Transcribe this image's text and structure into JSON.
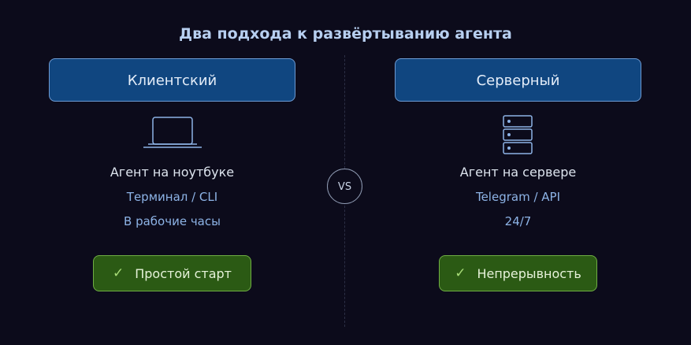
{
  "title": "Два подхода к развёртыванию агента",
  "vs_label": "VS",
  "left": {
    "header": "Клиентский",
    "icon": "laptop-icon",
    "primary": "Агент на ноутбуке",
    "secondary": "Терминал / CLI",
    "tertiary": "В рабочие часы",
    "benefit": "Простой старт",
    "benefit_icon": "✓"
  },
  "right": {
    "header": "Серверный",
    "icon": "server-icon",
    "primary": "Агент на сервере",
    "secondary": "Telegram / API",
    "tertiary": "24/7",
    "benefit": "Непрерывность",
    "benefit_icon": "✓"
  },
  "colors": {
    "background": "#0c0b1b",
    "header_fill": "#104680",
    "benefit_fill": "#2b5a14",
    "accent_text": "#8db3e6"
  }
}
